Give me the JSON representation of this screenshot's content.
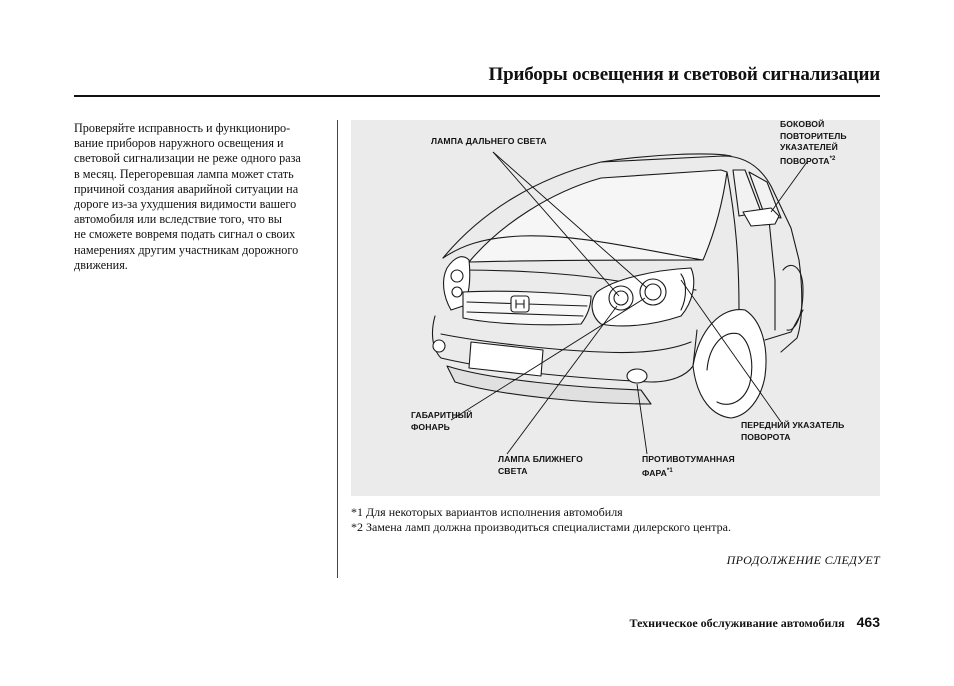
{
  "header": {
    "title": "Приборы освещения и световой сигнализации"
  },
  "body": {
    "lines": [
      "Проверяйте исправность и функциониро-",
      "вание приборов наружного освещения и",
      "световой сигнализации не реже одного раза",
      "в месяц. Перегоревшая лампа может стать",
      "причиной создания аварийной ситуации на",
      "дороге из-за ухудшения видимости вашего",
      "автомобиля или вследствие того, что вы",
      "не сможете вовремя подать сигнал о своих",
      "намерениях другим участникам дорожного",
      "движения."
    ]
  },
  "figure": {
    "labels": {
      "high_beam": "ЛАМПА ДАЛЬНЕГО СВЕТА",
      "side_repeater_1": "БОКОВОЙ",
      "side_repeater_2": "ПОВТОРИТЕЛЬ",
      "side_repeater_3": "УКАЗАТЕЛЕЙ",
      "side_repeater_4": "ПОВОРОТА",
      "side_repeater_mark": "*2",
      "parking_1": "ГАБАРИТНЫЙ",
      "parking_2": "ФОНАРЬ",
      "front_turn_1": "ПЕРЕДНИЙ УКАЗАТЕЛЬ",
      "front_turn_2": "ПОВОРОТА",
      "low_beam_1": "ЛАМПА БЛИЖНЕГО",
      "low_beam_2": "СВЕТА",
      "fog_1": "ПРОТИВОТУМАННАЯ",
      "fog_2": "ФАРА",
      "fog_mark": "*1"
    }
  },
  "footnotes": [
    "*1  Для некоторых вариантов исполнения автомобиля",
    "*2  Замена ламп должна производиться специалистами дилерского центра."
  ],
  "continued": "ПРОДОЛЖЕНИЕ СЛЕДУЕТ",
  "footer": {
    "section": "Техническое обслуживание автомобиля",
    "page": "463"
  }
}
